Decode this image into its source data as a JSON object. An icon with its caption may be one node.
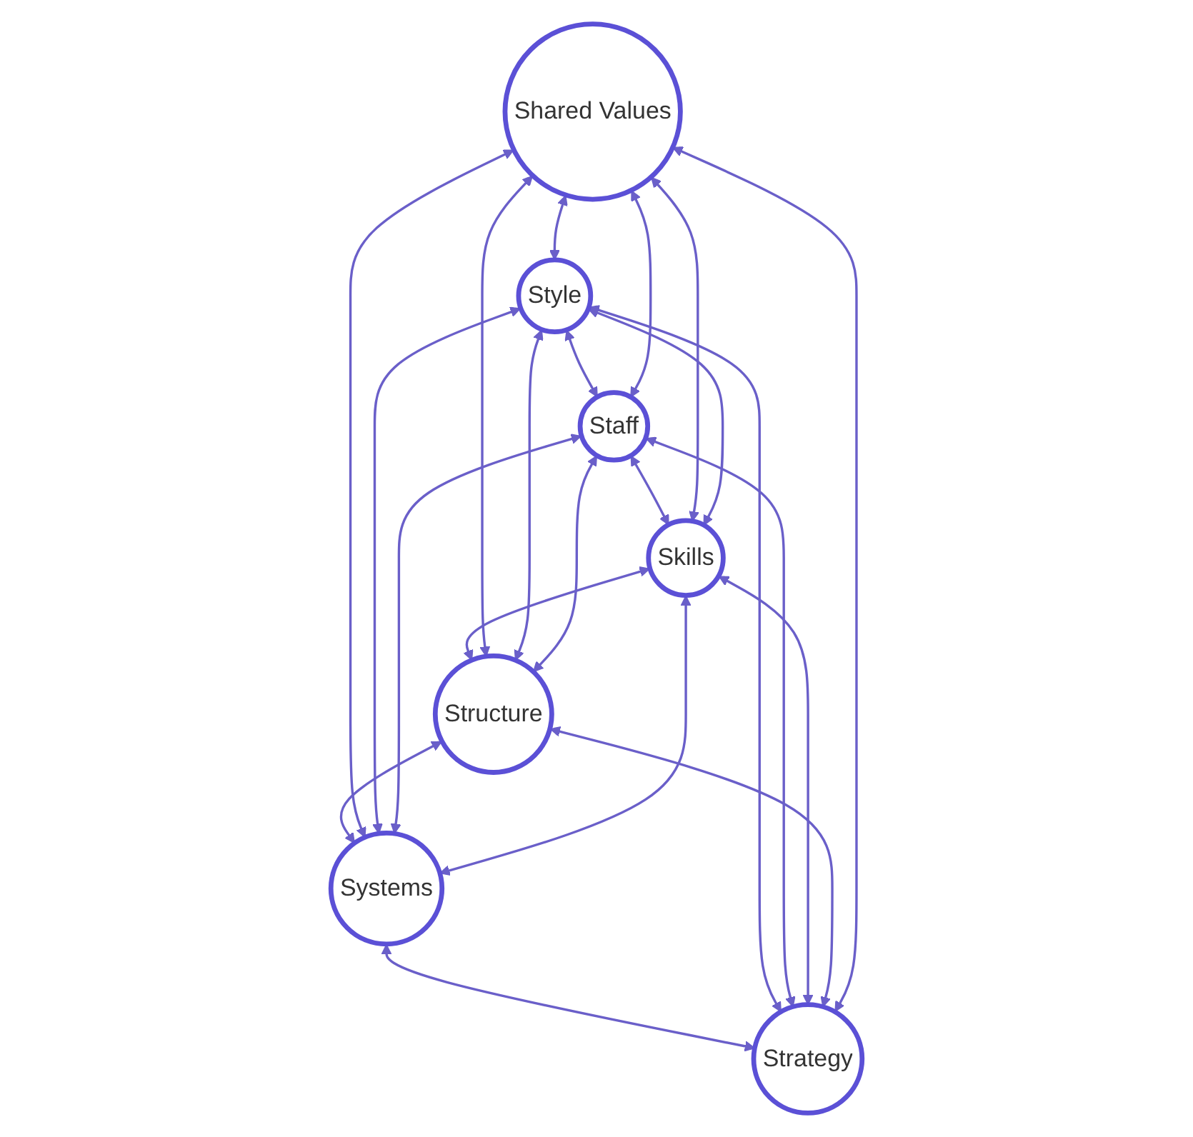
{
  "diagram": {
    "nodes": [
      {
        "text": [
          "Shared Values"
        ]
      },
      {
        "text": [
          "Style"
        ]
      },
      {
        "text": [
          "Staff"
        ]
      },
      {
        "text": [
          "Skills"
        ]
      },
      {
        "text": [
          "Structure"
        ]
      },
      {
        "text": [
          "Systems"
        ]
      },
      {
        "text": [
          "Strategy"
        ]
      }
    ],
    "edges": [
      {
        "from": 0,
        "to": 1,
        "arrow": "both"
      },
      {
        "from": 1,
        "to": 2,
        "arrow": "both"
      },
      {
        "from": 2,
        "to": 3,
        "arrow": "both"
      },
      {
        "from": 3,
        "to": 4,
        "arrow": "both"
      },
      {
        "from": 4,
        "to": 5,
        "arrow": "both"
      },
      {
        "from": 5,
        "to": 6,
        "arrow": "both"
      },
      {
        "from": 6,
        "to": 0,
        "arrow": "both"
      },
      {
        "from": 0,
        "to": 2,
        "arrow": "both"
      },
      {
        "from": 0,
        "to": 3,
        "arrow": "both"
      },
      {
        "from": 0,
        "to": 4,
        "arrow": "both"
      },
      {
        "from": 0,
        "to": 5,
        "arrow": "both"
      },
      {
        "from": 1,
        "to": 3,
        "arrow": "both"
      },
      {
        "from": 1,
        "to": 4,
        "arrow": "both"
      },
      {
        "from": 1,
        "to": 5,
        "arrow": "both"
      },
      {
        "from": 1,
        "to": 6,
        "arrow": "both"
      },
      {
        "from": 2,
        "to": 4,
        "arrow": "both"
      },
      {
        "from": 2,
        "to": 5,
        "arrow": "both"
      },
      {
        "from": 2,
        "to": 6,
        "arrow": "both"
      },
      {
        "from": 3,
        "to": 5,
        "arrow": "both"
      },
      {
        "from": 3,
        "to": 6,
        "arrow": "both"
      },
      {
        "from": 4,
        "to": 6,
        "arrow": "both"
      }
    ]
  }
}
